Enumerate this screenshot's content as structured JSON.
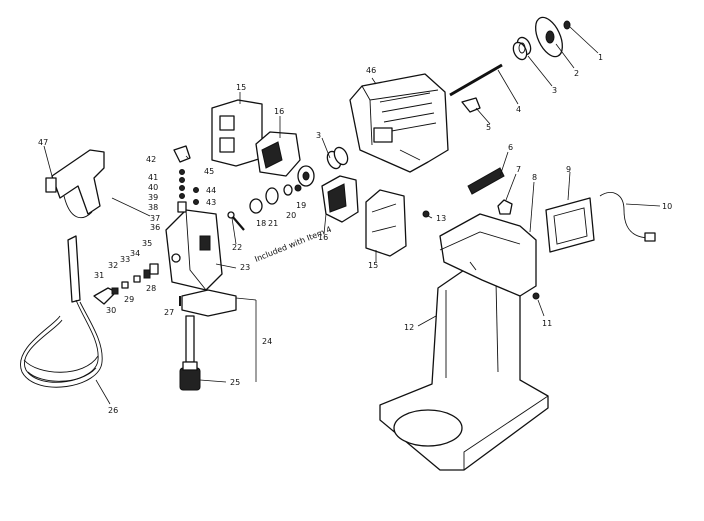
{
  "diagram": {
    "callouts": [
      {
        "id": "c1",
        "label": "1"
      },
      {
        "id": "c2",
        "label": "2"
      },
      {
        "id": "c3",
        "label": "3"
      },
      {
        "id": "c3b",
        "label": "3"
      },
      {
        "id": "c4",
        "label": "4"
      },
      {
        "id": "c5",
        "label": "5"
      },
      {
        "id": "c6",
        "label": "6"
      },
      {
        "id": "c7",
        "label": "7"
      },
      {
        "id": "c8",
        "label": "8"
      },
      {
        "id": "c9",
        "label": "9"
      },
      {
        "id": "c10",
        "label": "10"
      },
      {
        "id": "c11",
        "label": "11"
      },
      {
        "id": "c12",
        "label": "12"
      },
      {
        "id": "c13",
        "label": "13"
      },
      {
        "id": "c15",
        "label": "15"
      },
      {
        "id": "c15b",
        "label": "15"
      },
      {
        "id": "c16",
        "label": "16"
      },
      {
        "id": "c16b",
        "label": "16"
      },
      {
        "id": "c18",
        "label": "18"
      },
      {
        "id": "c19",
        "label": "19"
      },
      {
        "id": "c20",
        "label": "20"
      },
      {
        "id": "c21",
        "label": "21"
      },
      {
        "id": "c22",
        "label": "22"
      },
      {
        "id": "c23",
        "label": "23"
      },
      {
        "id": "c24",
        "label": "24"
      },
      {
        "id": "c25",
        "label": "25"
      },
      {
        "id": "c26",
        "label": "26"
      },
      {
        "id": "c27",
        "label": "27"
      },
      {
        "id": "c28",
        "label": "28"
      },
      {
        "id": "c29",
        "label": "29"
      },
      {
        "id": "c30",
        "label": "30"
      },
      {
        "id": "c31",
        "label": "31"
      },
      {
        "id": "c32",
        "label": "32"
      },
      {
        "id": "c33",
        "label": "33"
      },
      {
        "id": "c34",
        "label": "34"
      },
      {
        "id": "c35",
        "label": "35"
      },
      {
        "id": "c36",
        "label": "36"
      },
      {
        "id": "c37",
        "label": "37"
      },
      {
        "id": "c38",
        "label": "38"
      },
      {
        "id": "c39",
        "label": "39"
      },
      {
        "id": "c40",
        "label": "40"
      },
      {
        "id": "c41",
        "label": "41"
      },
      {
        "id": "c42",
        "label": "42"
      },
      {
        "id": "c43",
        "label": "43"
      },
      {
        "id": "c44",
        "label": "44"
      },
      {
        "id": "c45",
        "label": "45"
      },
      {
        "id": "c46",
        "label": "46"
      },
      {
        "id": "c47",
        "label": "47"
      }
    ],
    "note": "Included with Item 4"
  }
}
